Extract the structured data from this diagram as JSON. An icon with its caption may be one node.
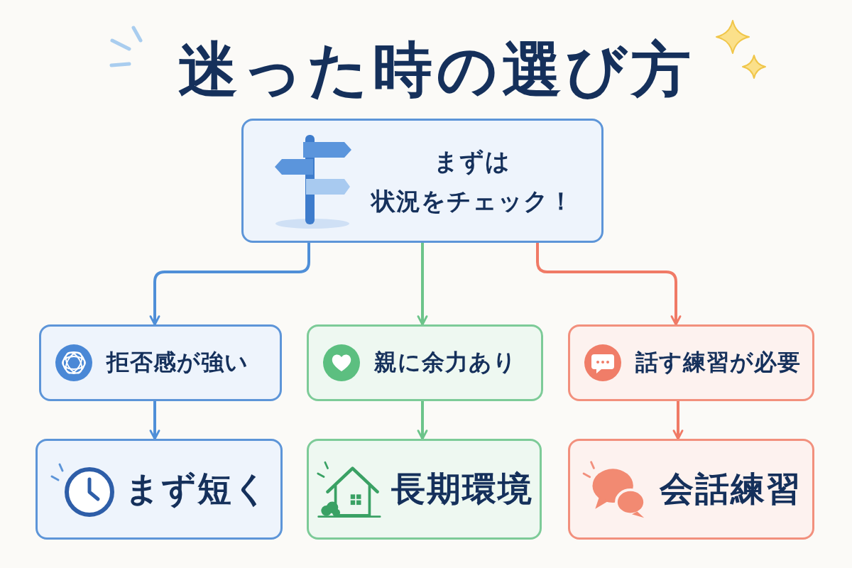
{
  "diagram": {
    "title": "迷った時の選び方",
    "nodes": [
      {
        "text": [
          "まずは状況をチェック！"
        ]
      },
      {
        "text": [
          "拒否感が強い"
        ]
      },
      {
        "text": [
          "親に余力あり"
        ]
      },
      {
        "text": [
          "話す練習が必要"
        ]
      },
      {
        "text": [
          "まず短く"
        ]
      },
      {
        "text": [
          "長期環境"
        ]
      },
      {
        "text": [
          "会話練習"
        ]
      }
    ],
    "edges": [
      {
        "from": 0,
        "to": 1,
        "arrow": "to",
        "color": "#4f8fd8"
      },
      {
        "from": 0,
        "to": 2,
        "arrow": "to",
        "color": "#6cc48a"
      },
      {
        "from": 0,
        "to": 3,
        "arrow": "to",
        "color": "#f07a66"
      },
      {
        "from": 1,
        "to": 4,
        "arrow": "to",
        "color": "#4f8fd8"
      },
      {
        "from": 2,
        "to": 5,
        "arrow": "to",
        "color": "#6cc48a"
      },
      {
        "from": 3,
        "to": 6,
        "arrow": "to",
        "color": "#f07a66"
      }
    ]
  }
}
